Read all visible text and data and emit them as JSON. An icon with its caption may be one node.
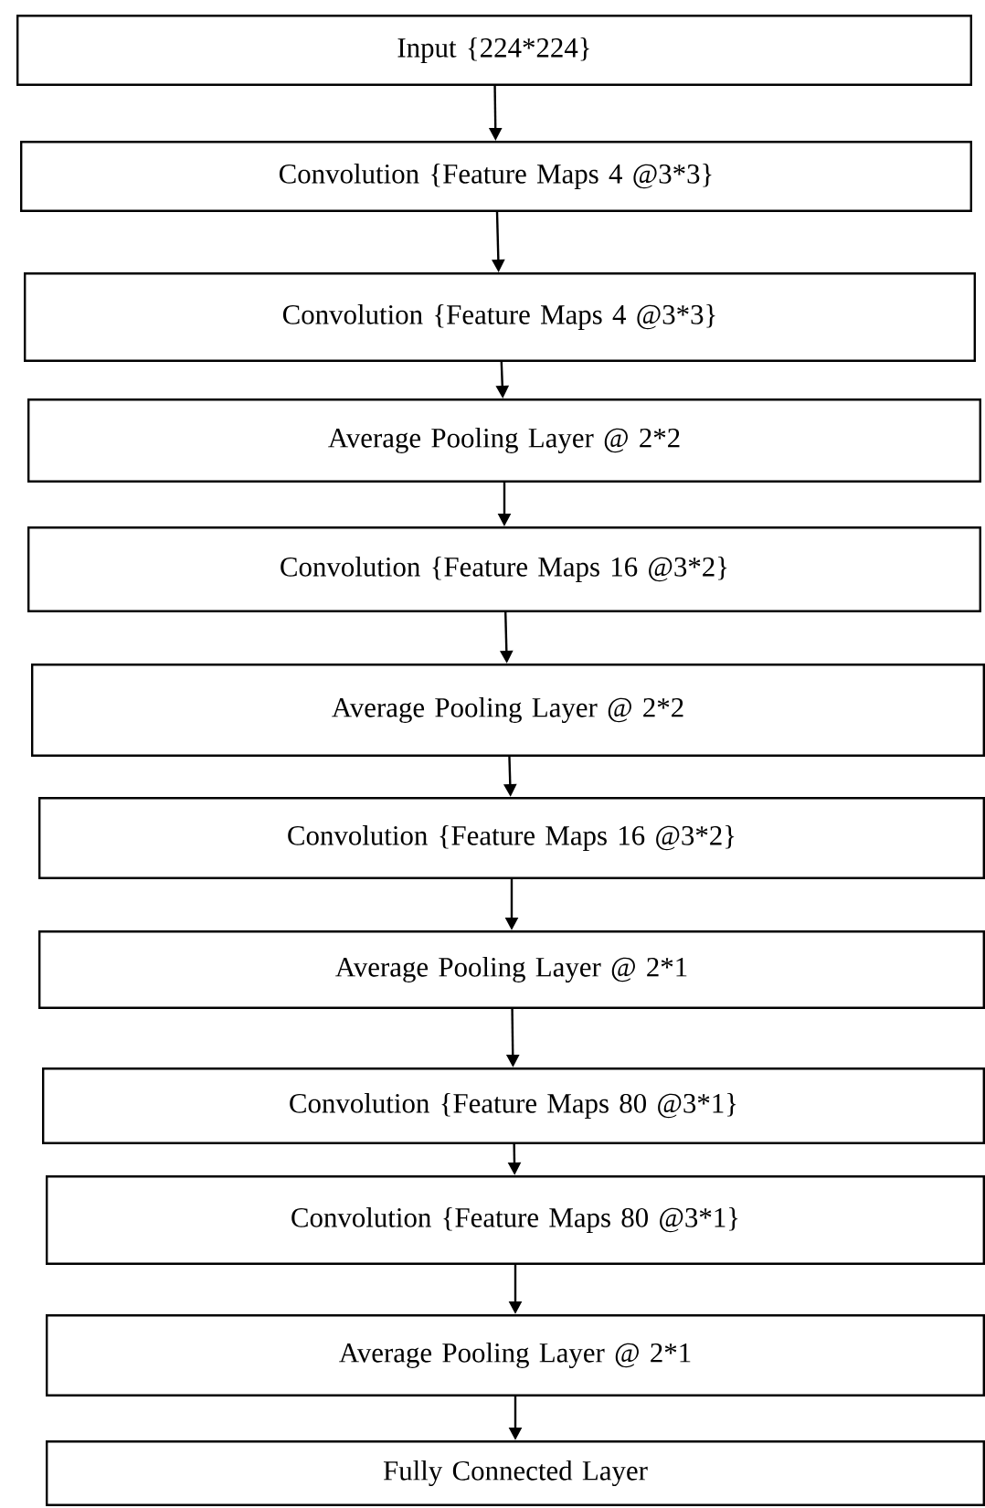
{
  "diagram": {
    "nodes": [
      {
        "text": [
          "Input {224*224}"
        ]
      },
      {
        "text": [
          "Convolution {Feature Maps 4 @3*3}"
        ]
      },
      {
        "text": [
          "Convolution {Feature Maps 4 @3*3}"
        ]
      },
      {
        "text": [
          "Average Pooling Layer @ 2*2"
        ]
      },
      {
        "text": [
          "Convolution {Feature Maps 16 @3*2}"
        ]
      },
      {
        "text": [
          "Average Pooling Layer @ 2*2"
        ]
      },
      {
        "text": [
          "Convolution {Feature Maps 16 @3*2}"
        ]
      },
      {
        "text": [
          "Average Pooling Layer @ 2*1"
        ]
      },
      {
        "text": [
          "Convolution {Feature Maps 80 @3*1}"
        ]
      },
      {
        "text": [
          "Convolution {Feature Maps 80 @3*1}"
        ]
      },
      {
        "text": [
          "Average Pooling Layer @ 2*1"
        ]
      },
      {
        "text": [
          "Fully Connected Layer"
        ]
      }
    ],
    "edges": [
      {
        "from": 0,
        "to": 1,
        "arrow": "to"
      },
      {
        "from": 1,
        "to": 2,
        "arrow": "to"
      },
      {
        "from": 2,
        "to": 3,
        "arrow": "to"
      },
      {
        "from": 3,
        "to": 4,
        "arrow": "to"
      },
      {
        "from": 4,
        "to": 5,
        "arrow": "to"
      },
      {
        "from": 5,
        "to": 6,
        "arrow": "to"
      },
      {
        "from": 6,
        "to": 7,
        "arrow": "to"
      },
      {
        "from": 7,
        "to": 8,
        "arrow": "to"
      },
      {
        "from": 8,
        "to": 9,
        "arrow": "to"
      },
      {
        "from": 9,
        "to": 10,
        "arrow": "to"
      },
      {
        "from": 10,
        "to": 11,
        "arrow": "to"
      }
    ]
  }
}
